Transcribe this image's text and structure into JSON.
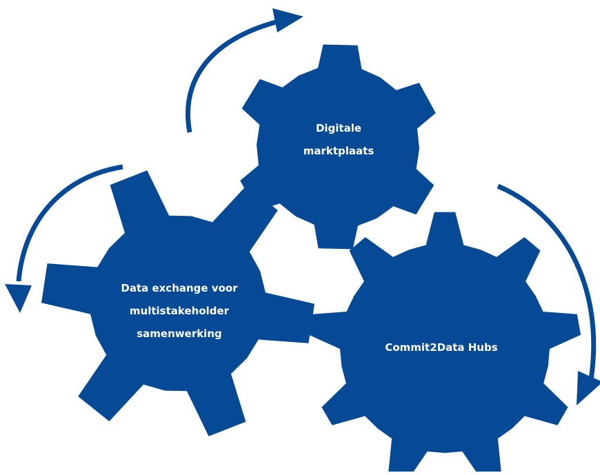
{
  "colors": {
    "gear": "#064a95",
    "arrow": "#064a95",
    "text": "#ffffff",
    "background": "#ffffff"
  },
  "gears": [
    {
      "id": "digitale-marktplaats",
      "lines": [
        "Digitale",
        "marktplaats"
      ]
    },
    {
      "id": "data-exchange",
      "lines": [
        "Data exchange voor",
        "multistakeholder",
        "samenwerking"
      ]
    },
    {
      "id": "commit2data-hubs",
      "lines": [
        "Commit2Data Hubs"
      ]
    }
  ],
  "arrows": [
    {
      "id": "top-arrow",
      "direction": "clockwise"
    },
    {
      "id": "left-arrow",
      "direction": "counter-clockwise"
    },
    {
      "id": "right-arrow",
      "direction": "clockwise"
    }
  ]
}
